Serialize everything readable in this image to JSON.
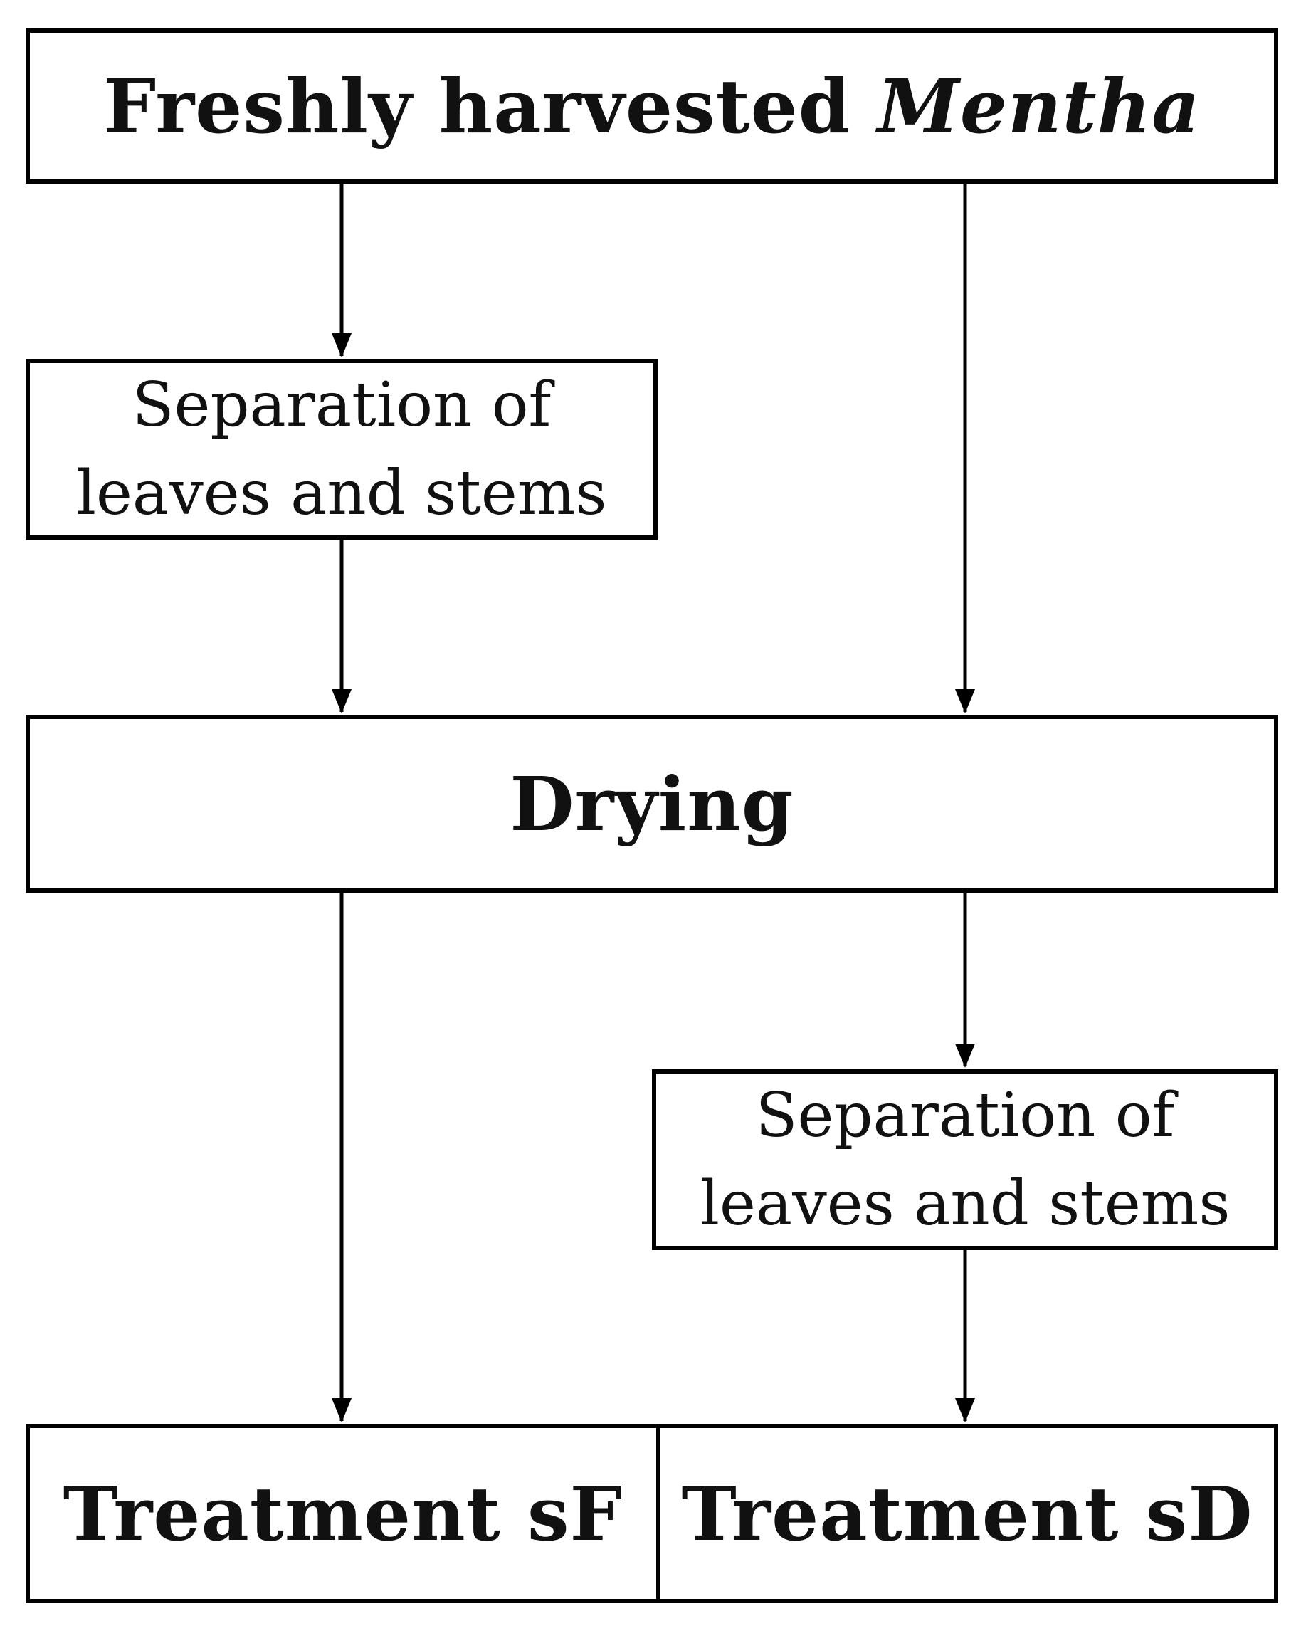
{
  "nodes": {
    "harvest": {
      "text": "Freshly harvested ",
      "italic": "Mentha"
    },
    "separation_left": {
      "line1": "Separation of",
      "line2": "leaves and stems"
    },
    "drying": {
      "text": "Drying"
    },
    "separation_right": {
      "line1": "Separation of",
      "line2": "leaves and stems"
    },
    "treatment_sF": {
      "text": "Treatment sF"
    },
    "treatment_sD": {
      "text": "Treatment sD"
    }
  },
  "edges": [
    {
      "from": "harvest",
      "to": "separation_left"
    },
    {
      "from": "separation_left",
      "to": "drying"
    },
    {
      "from": "harvest",
      "to": "drying"
    },
    {
      "from": "drying",
      "to": "treatment_sF"
    },
    {
      "from": "drying",
      "to": "separation_right"
    },
    {
      "from": "separation_right",
      "to": "treatment_sD"
    }
  ],
  "colors": {
    "stroke": "#000000",
    "text": "#111111",
    "background": "#ffffff"
  }
}
